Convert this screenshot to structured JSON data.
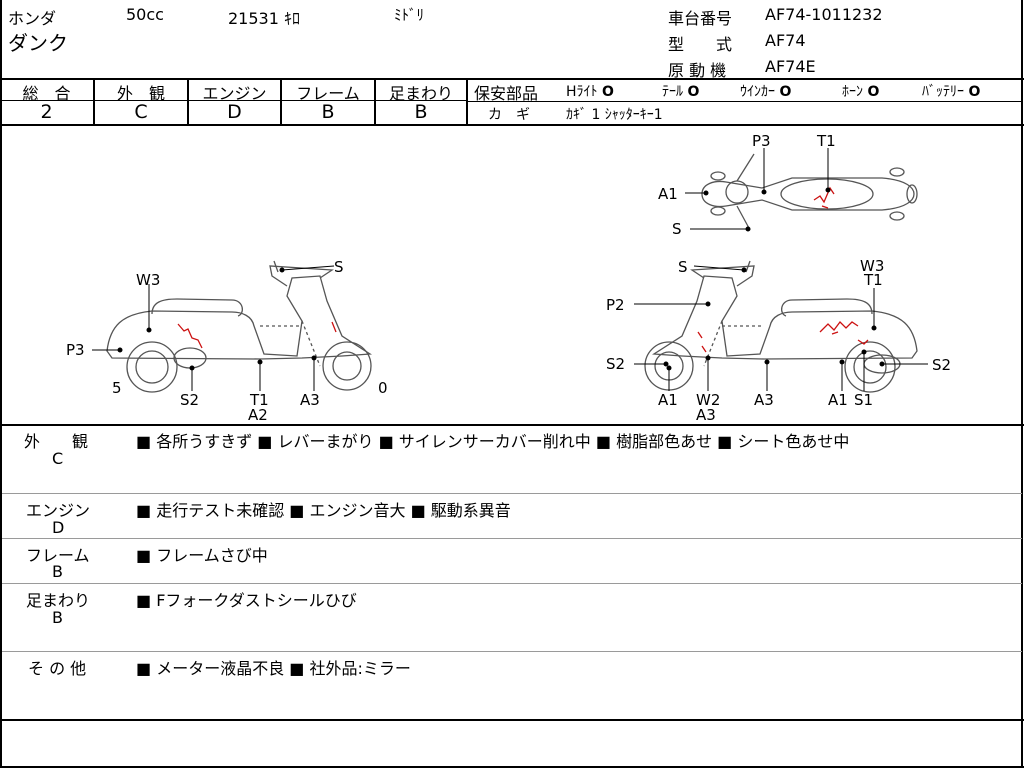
{
  "header": {
    "maker": "ホンダ",
    "displacement": "50cc",
    "mileage": "21531 ｷﾛ",
    "color": "ﾐﾄﾞﾘ",
    "model_name": "ダンク",
    "frame_no_label": "車台番号",
    "frame_no": "AF74-1011232",
    "model_label": "型　　式",
    "model_code": "AF74",
    "engine_label": "原 動 機",
    "engine_code": "AF74E"
  },
  "grades": [
    {
      "label": "総　合",
      "value": "2"
    },
    {
      "label": "外　観",
      "value": "C"
    },
    {
      "label": "エンジン",
      "value": "D"
    },
    {
      "label": "フレーム",
      "value": "B"
    },
    {
      "label": "足まわり",
      "value": "B"
    }
  ],
  "safety": {
    "title": "保安部品",
    "items": [
      {
        "label": "Hﾗｲﾄ",
        "mark": "O"
      },
      {
        "label": "ﾃｰﾙ",
        "mark": "O"
      },
      {
        "label": "ｳｲﾝｶｰ",
        "mark": "O"
      },
      {
        "label": "ﾎｰﾝ",
        "mark": "O"
      },
      {
        "label": "ﾊﾞｯﾃﾘｰ",
        "mark": "O"
      }
    ],
    "key_label": "カ　ギ",
    "key_value": "ｶｷﾞ 1 ｼｬｯﾀｰｷｰ1"
  },
  "diagram": {
    "left_labels": {
      "w3": "W3",
      "p3": "P3",
      "s": "S",
      "s2": "S2",
      "t1": "T1",
      "a2": "A2",
      "a3": "A3",
      "five": "5",
      "zero": "0"
    },
    "top_labels": {
      "p3": "P3",
      "t1": "T1",
      "a1": "A1",
      "s": "S"
    },
    "right_labels": {
      "s": "S",
      "w3": "W3",
      "t1": "T1",
      "p2": "P2",
      "s2a": "S2",
      "s2b": "S2",
      "a1a": "A1",
      "w2": "W2",
      "a3a": "A3",
      "a3b": "A3",
      "a1b": "A1",
      "s1": "S1"
    }
  },
  "notes": [
    {
      "category": "外　　観",
      "grade": "C",
      "text": "■ 各所うすきず ■ レバーまがり ■ サイレンサーカバー削れ中 ■ 樹脂部色あせ ■ シート色あせ中"
    },
    {
      "category": "エンジン",
      "grade": "D",
      "text": "■ 走行テスト未確認 ■ エンジン音大 ■ 駆動系異音"
    },
    {
      "category": "フレーム",
      "grade": "B",
      "text": "■ フレームさび中"
    },
    {
      "category": "足まわり",
      "grade": "B",
      "text": "■ Fフォークダストシールひび"
    },
    {
      "category": "そ の 他",
      "grade": "",
      "text": "■ メーター液晶不良 ■ 社外品:ミラー"
    }
  ],
  "colors": {
    "damage": "#cc1111",
    "line": "#000000",
    "drawing": "#555555"
  }
}
